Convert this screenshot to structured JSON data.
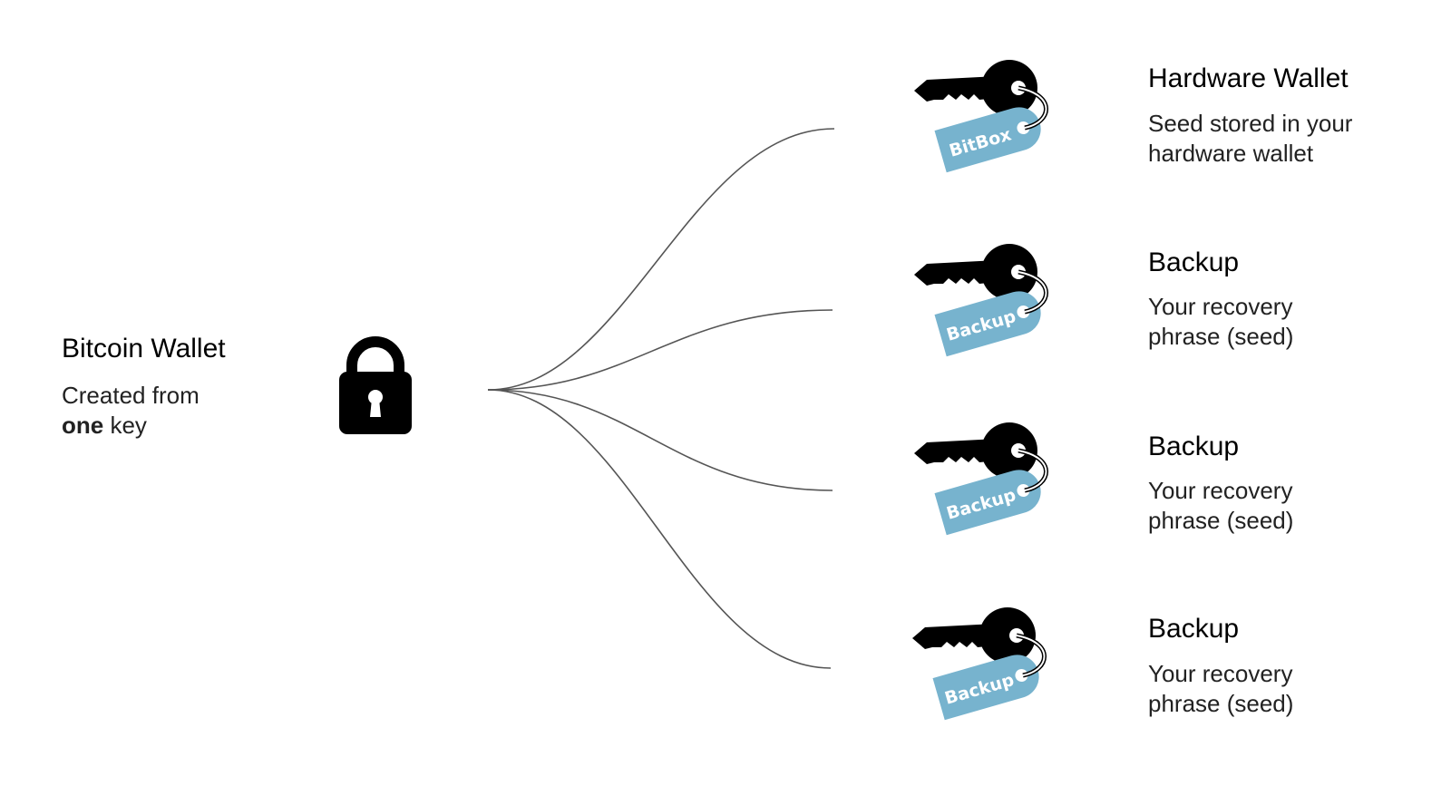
{
  "wallet": {
    "title": "Bitcoin Wallet",
    "subtitle_line1": "Created from",
    "subtitle_bold": "one",
    "subtitle_rest": " key",
    "icon": "padlock-icon"
  },
  "colors": {
    "tag": "#77B3CE",
    "line": "#555555",
    "key": "#000000"
  },
  "keys": [
    {
      "tag_label": "BitBox",
      "title": "Hardware Wallet",
      "line1": "Seed stored in your",
      "line2": "hardware wallet"
    },
    {
      "tag_label": "Backup",
      "title": "Backup",
      "line1": "Your recovery",
      "line2": "phrase (seed)"
    },
    {
      "tag_label": "Backup",
      "title": "Backup",
      "line1": "Your recovery",
      "line2": "phrase (seed)"
    },
    {
      "tag_label": "Backup",
      "title": "Backup",
      "line1": "Your recovery",
      "line2": "phrase (seed)"
    }
  ]
}
